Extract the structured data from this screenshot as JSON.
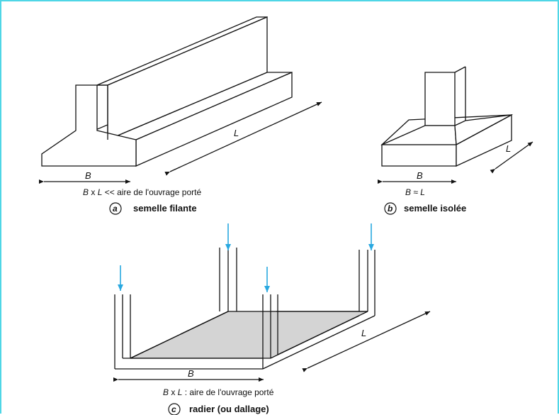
{
  "panel_a": {
    "letter": "a",
    "dim_B": "B",
    "dim_L": "L",
    "relation_pre": "B",
    "relation_x": "x",
    "relation_L": "L",
    "relation_post": "<< aire de l'ouvrage porté",
    "caption": "semelle filante"
  },
  "panel_b": {
    "letter": "b",
    "dim_B": "B",
    "dim_L": "L",
    "relation": "B ≈ L",
    "caption": "semelle isolée"
  },
  "panel_c": {
    "letter": "c",
    "dim_B": "B",
    "dim_L": "L",
    "relation_pre": "B",
    "relation_x": "x",
    "relation_L": "L",
    "relation_post": ": aire de l'ouvrage porté",
    "caption": "radier (ou dallage)"
  },
  "colors": {
    "frame": "#4fd6e6",
    "load_arrow": "#29a8e0",
    "slab_fill": "#d4d4d4"
  }
}
